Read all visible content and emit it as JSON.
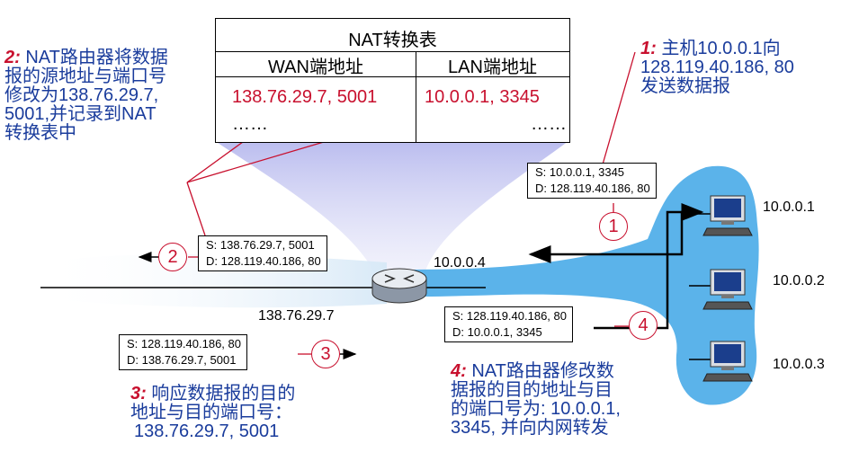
{
  "nat_table": {
    "title": "NAT转换表",
    "wan_header": "WAN端地址",
    "lan_header": "LAN端地址",
    "rows": [
      {
        "wan": "138.76.29.7, 5001",
        "lan": "10.0.0.1, 3345"
      },
      {
        "wan": "……",
        "lan": "……"
      }
    ]
  },
  "notes": {
    "step1": {
      "num": "1:",
      "lines": [
        "主机10.0.0.1向",
        "128.119.40.186, 80",
        "发送数据报"
      ]
    },
    "step2": {
      "num": "2:",
      "lines": [
        "NAT路由器将数据",
        "报的源地址与端口号",
        "修改为138.76.29.7,",
        "5001,并记录到NAT",
        "转换表中"
      ]
    },
    "step3": {
      "num": "3:",
      "lines": [
        "响应数据报的目的",
        "地址与目的端口号：",
        "138.76.29.7, 5001"
      ]
    },
    "step4": {
      "num": "4:",
      "lines": [
        "NAT路由器修改数",
        "据报的目的地址与目",
        "的端口号为: 10.0.0.1,",
        "3345, 并向内网转发"
      ]
    }
  },
  "packets": {
    "p1": {
      "src": "S: 10.0.0.1, 3345",
      "dst": "D: 128.119.40.186, 80"
    },
    "p2": {
      "src": "S: 138.76.29.7, 5001",
      "dst": "D: 128.119.40.186, 80"
    },
    "p3": {
      "src": "S: 128.119.40.186, 80",
      "dst": "D: 138.76.29.7, 5001"
    },
    "p4": {
      "src": "S: 128.119.40.186, 80",
      "dst": "D: 10.0.0.1, 3345"
    }
  },
  "markers": {
    "m1": "1",
    "m2": "2",
    "m3": "3",
    "m4": "4"
  },
  "addresses": {
    "router_lan": "10.0.0.4",
    "router_wan": "138.76.29.7",
    "host1": "10.0.0.1",
    "host2": "10.0.0.2",
    "host3": "10.0.0.3"
  },
  "colors": {
    "step_red": "#c8102e",
    "note_blue": "#1a3c9c",
    "lan_cloud": "#5bb3ea",
    "table_glow": "#b7b9ee"
  }
}
